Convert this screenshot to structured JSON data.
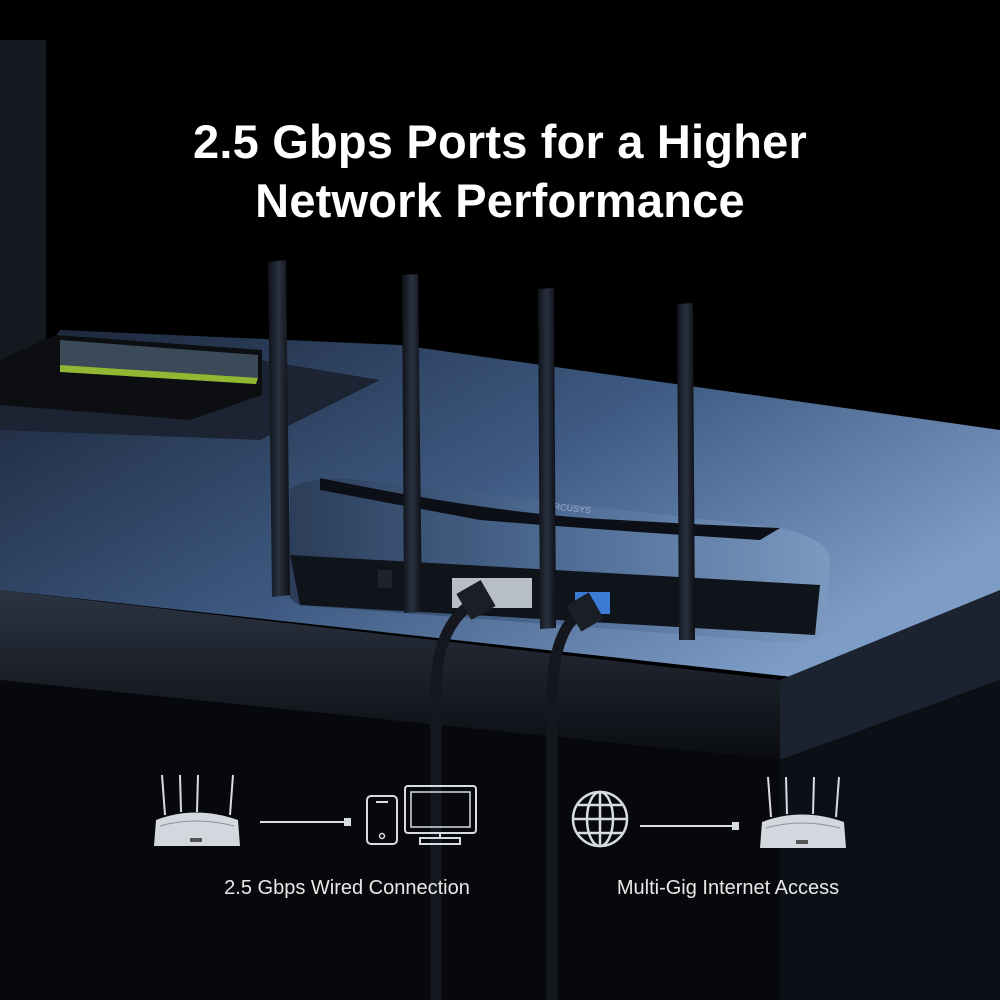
{
  "headline": {
    "line1": "2.5 Gbps Ports for a Higher",
    "line2": "Network Performance"
  },
  "features": [
    {
      "label": "2.5 Gbps Wired Connection",
      "icons": [
        "router-icon",
        "cable-icon",
        "phone-icon",
        "monitor-icon"
      ]
    },
    {
      "label": "Multi-Gig Internet Access",
      "icons": [
        "globe-icon",
        "cable-icon",
        "router-icon"
      ]
    }
  ],
  "product": {
    "brand_logo": "MERCUSYS",
    "antenna_count": 4
  },
  "colors": {
    "background": "#000000",
    "headline": "#ffffff",
    "desk_top": "#5a7ba8",
    "icon_stroke": "#d8dce2",
    "port_blue": "#3a7bd5"
  }
}
